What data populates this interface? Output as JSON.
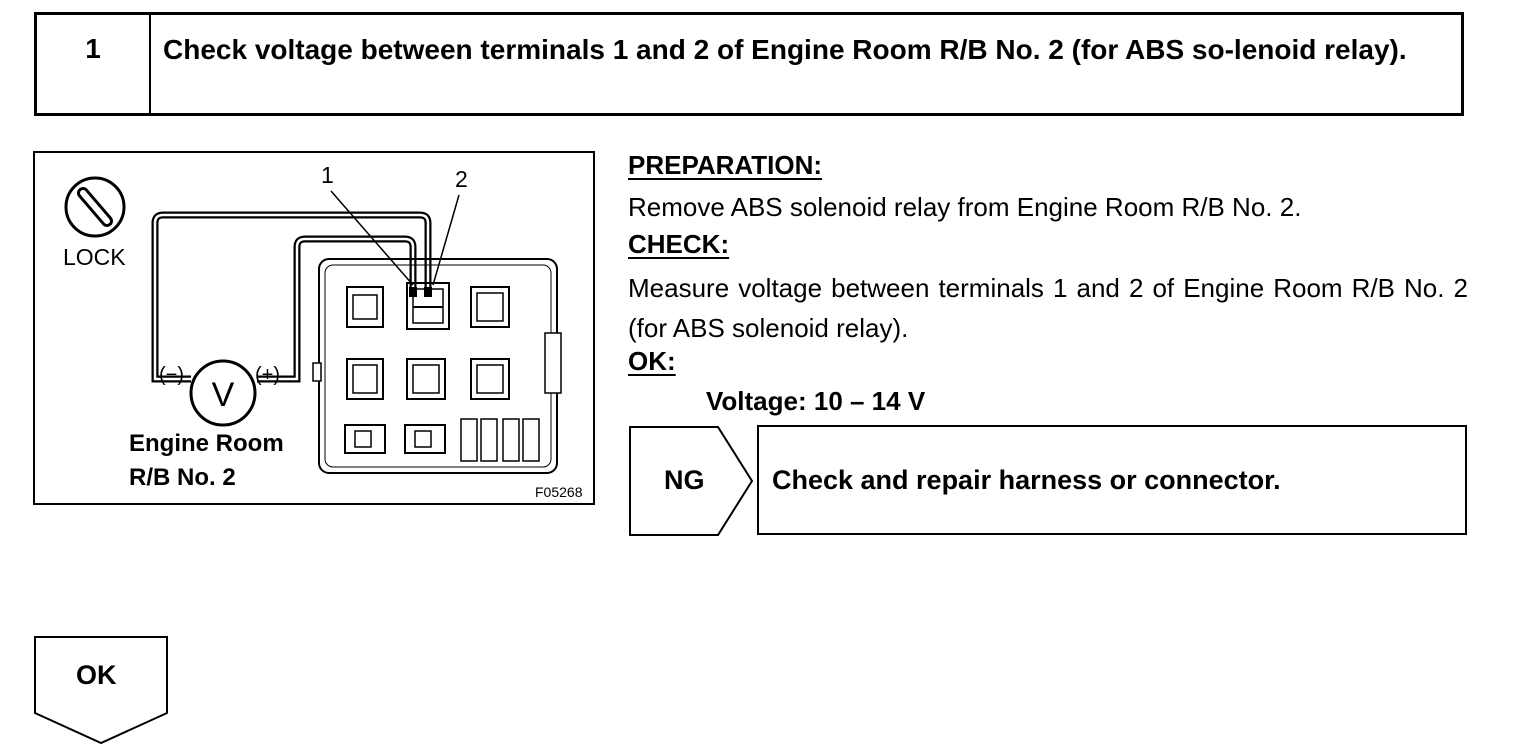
{
  "step": {
    "number": "1",
    "title": "Check voltage between terminals 1 and 2 of Engine Room R/B No. 2 (for ABS so-lenoid relay)."
  },
  "diagram": {
    "ignition_label": "LOCK",
    "terminal_1": "1",
    "terminal_2": "2",
    "neg_label": "(−)",
    "pos_label": "(+)",
    "meter_symbol": "V",
    "caption_line1": "Engine Room",
    "caption_line2": "R/B No. 2",
    "figure_code": "F05268"
  },
  "preparation": {
    "heading": "PREPARATION:",
    "text": "Remove ABS solenoid relay from Engine Room R/B No. 2."
  },
  "check": {
    "heading": "CHECK:",
    "text": "Measure voltage between terminals 1 and 2 of Engine Room R/B No. 2 (for ABS solenoid relay)."
  },
  "ok": {
    "heading": "OK:",
    "spec": "Voltage: 10 – 14 V"
  },
  "ng_flow": {
    "label": "NG",
    "action": "Check and repair harness or connector."
  },
  "ok_flow": {
    "label": "OK"
  }
}
